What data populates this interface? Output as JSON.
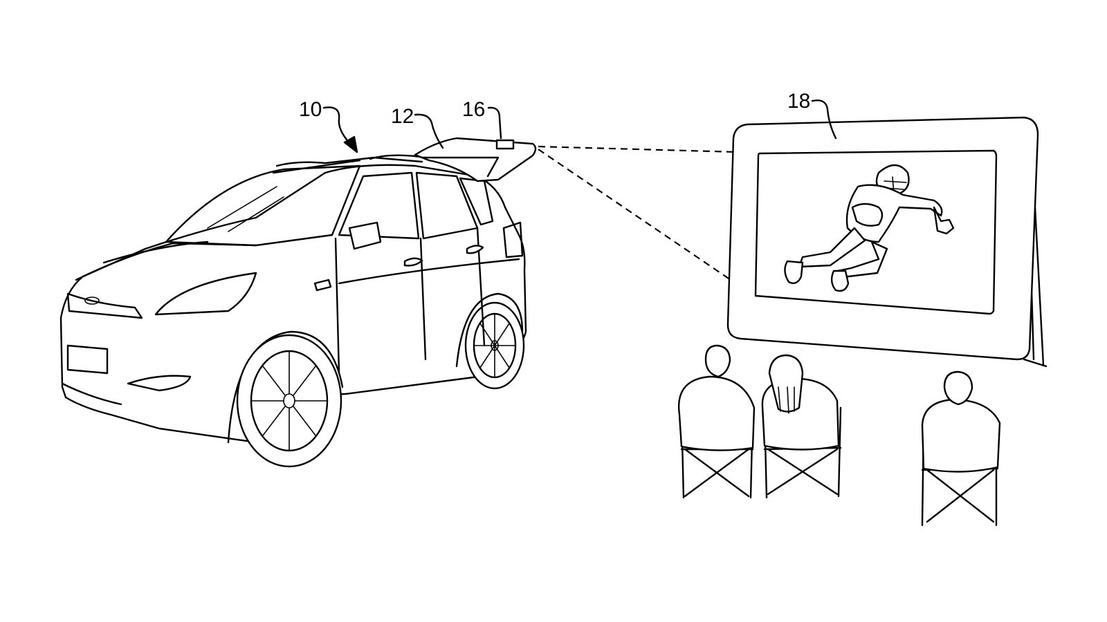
{
  "figure": {
    "reference_numerals": {
      "vehicle": "10",
      "liftgate": "12",
      "projector": "16",
      "screen": "18"
    },
    "ink_color": "#000000",
    "background_color": "#ffffff"
  }
}
